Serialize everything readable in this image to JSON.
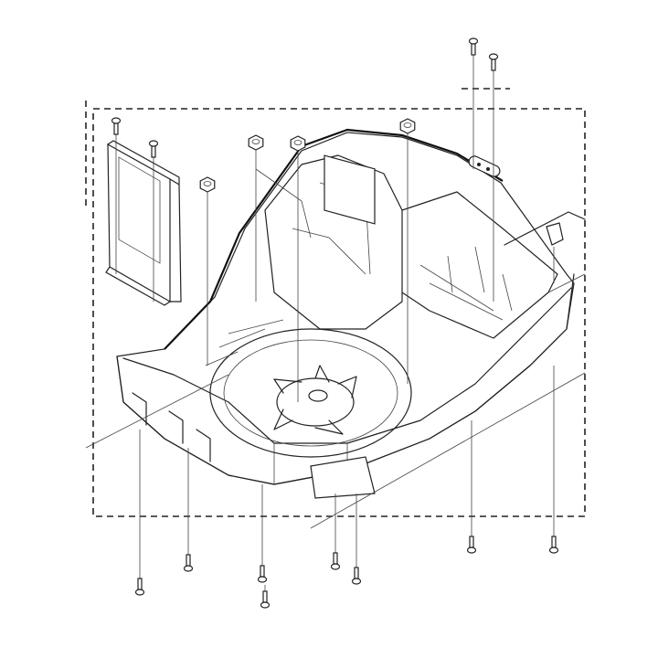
{
  "diagram": {
    "type": "exploded-parts-view",
    "colors": {
      "line": "#222222",
      "background": "#ffffff"
    },
    "parts": [
      "housing-base",
      "mounting-bracket",
      "fan-impeller",
      "hex-nuts",
      "screws",
      "clip",
      "retainer-plate"
    ]
  }
}
